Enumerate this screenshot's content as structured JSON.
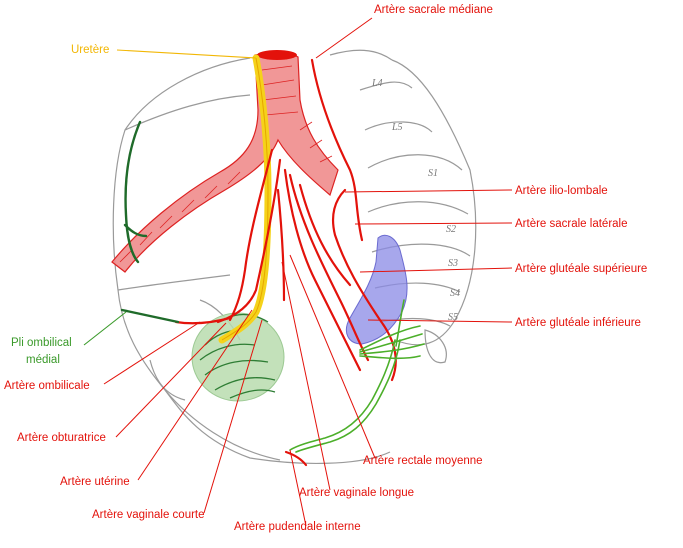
{
  "labels": {
    "sacrale_mediane": "Artère sacrale médiane",
    "uretere": "Uretère",
    "ilio_lombale": "Artère ilio-lombale",
    "sacrale_laterale": "Artère sacrale latérale",
    "glutéale_superieure": "Artère glutéale supérieure",
    "glutéale_inferieure": "Artère glutéale inférieure",
    "pli_ombilical_l1": "Pli ombilical",
    "pli_ombilical_l2": "médial",
    "ombilicale": "Artère ombilicale",
    "obturatrice": "Artère obturatrice",
    "uterine": "Artère utérine",
    "vaginale_courte": "Artère vaginale courte",
    "pudendale_interne": "Artère pudendale interne",
    "vaginale_longue": "Artère vaginale longue",
    "rectale_moyenne": "Artère rectale moyenne"
  },
  "vertebrae": [
    "L4",
    "L5",
    "S1",
    "S2",
    "S3",
    "S4",
    "S5"
  ],
  "colors": {
    "artery": "#e3120b",
    "artery_fill": "#f08c8c",
    "ureter": "#f5d21a",
    "ligament": "#1f6b2a",
    "pli_label": "#3a9a2a",
    "bladder": "#b9dcae",
    "vein_plexus": "#8a8ae6",
    "outline": "#9a9a9a"
  }
}
